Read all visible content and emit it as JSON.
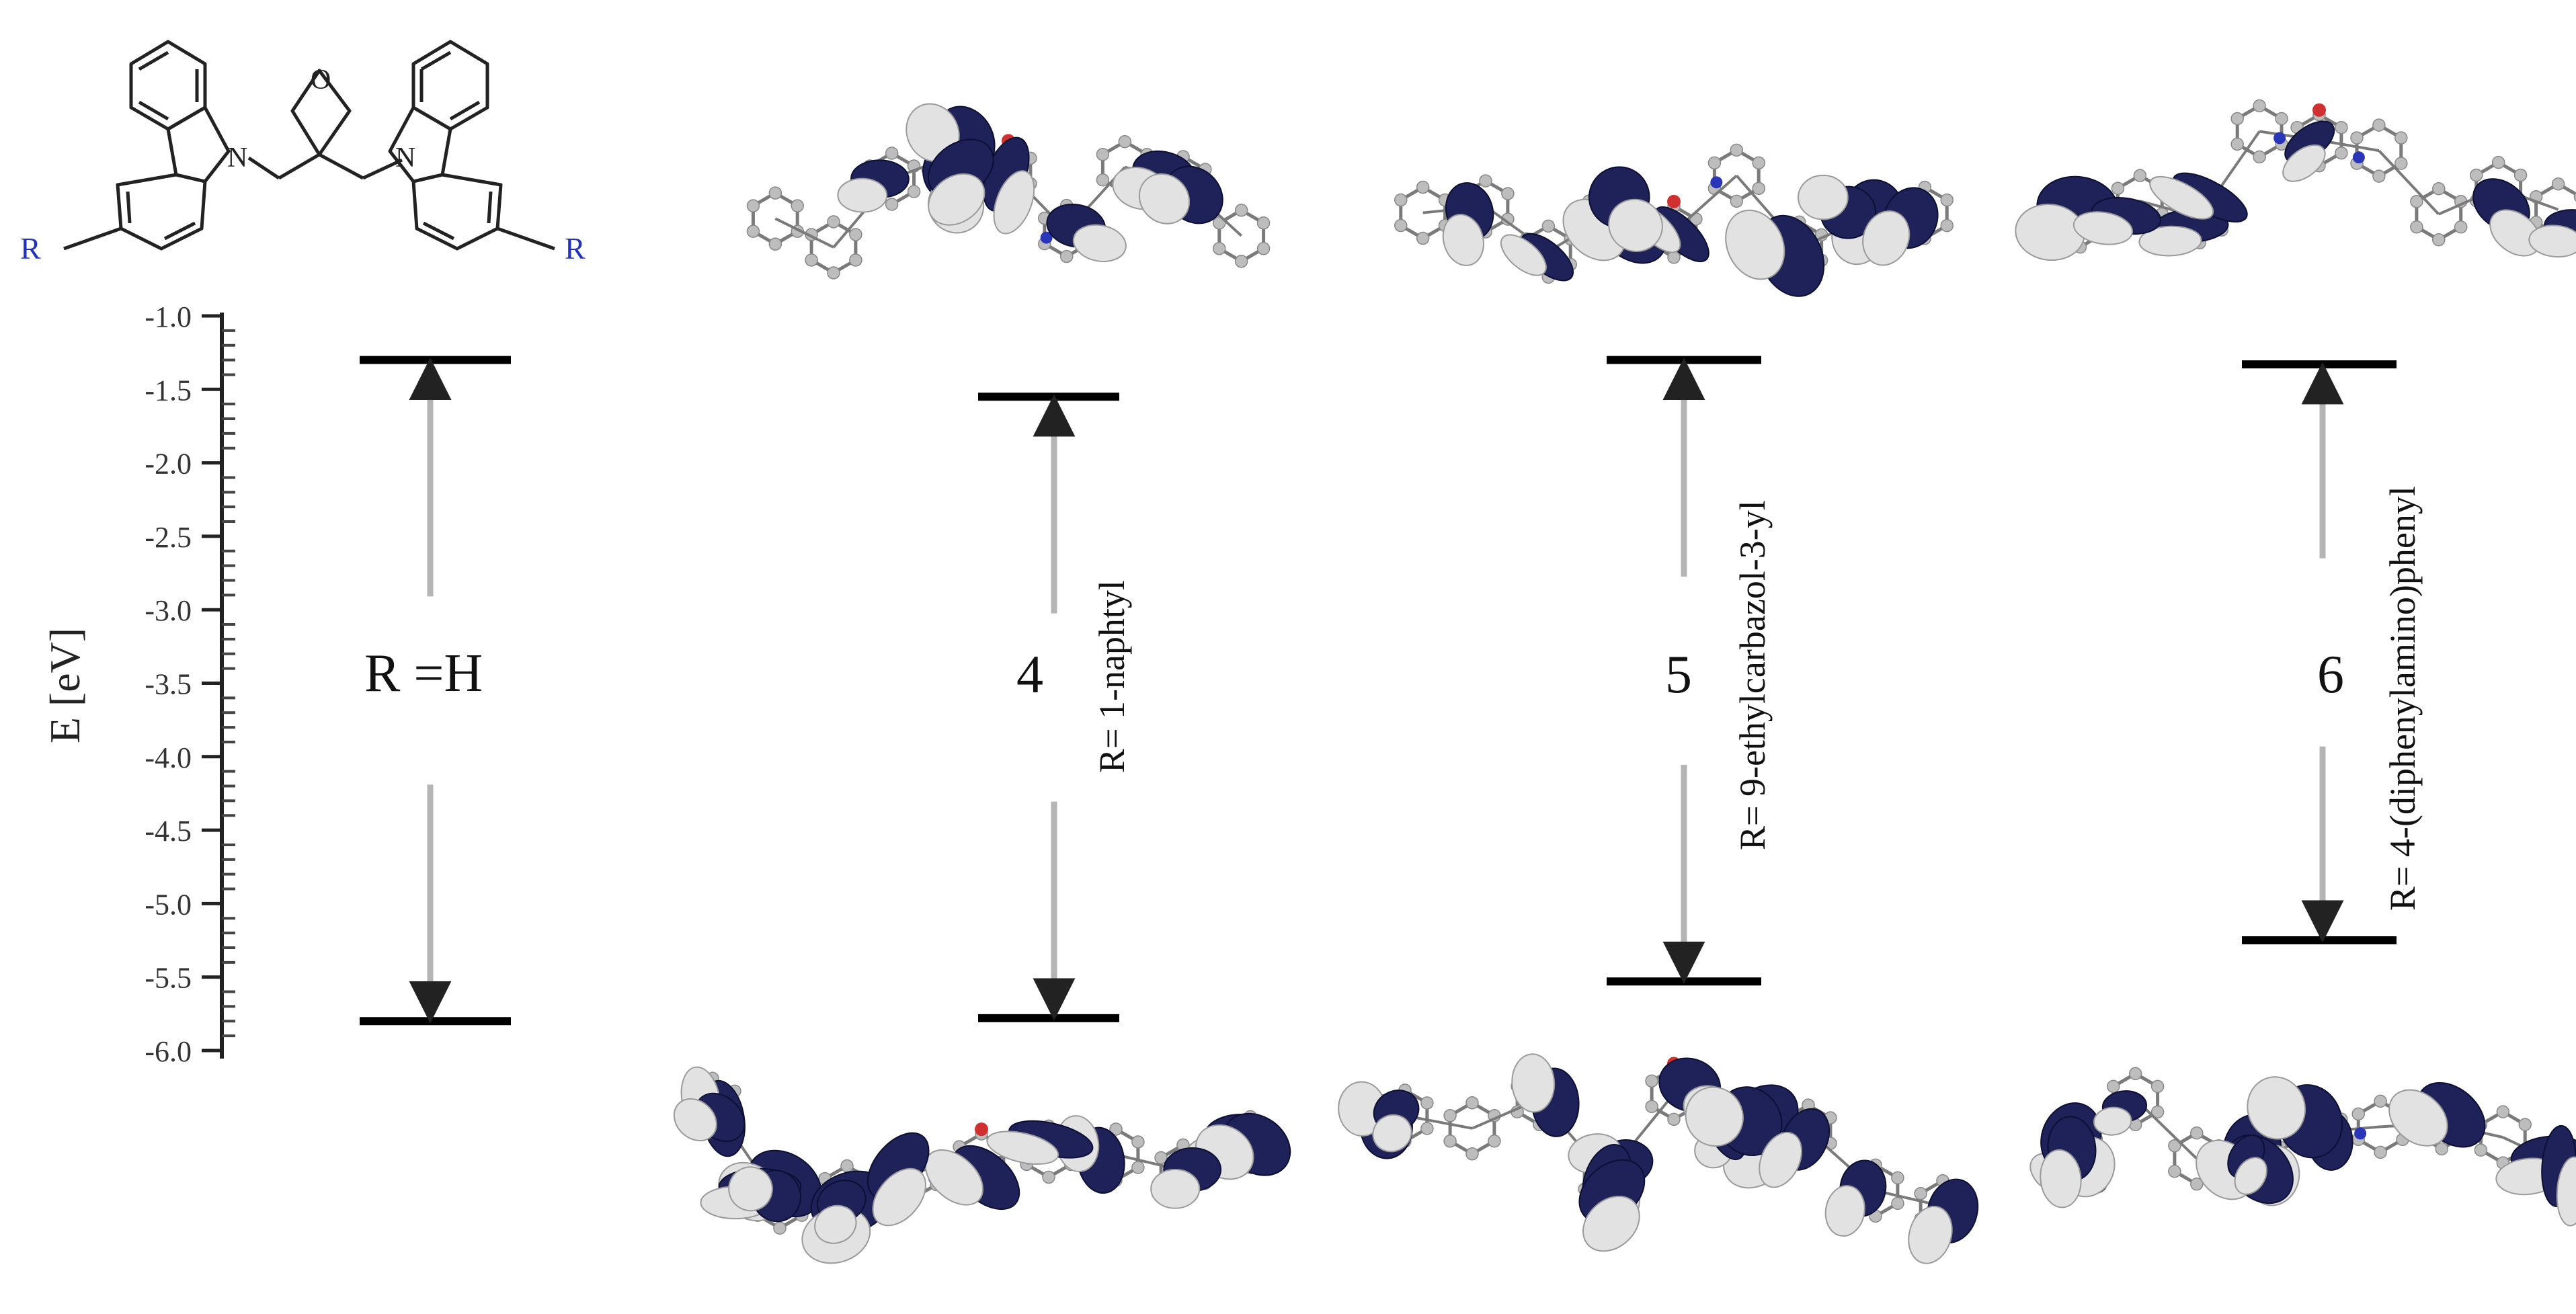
{
  "structure": {
    "n_label": "N",
    "o_label": "O",
    "r_label": "R",
    "r_color": "#2233bb"
  },
  "axis": {
    "label": "E [eV]",
    "ticks": [
      "-1.0",
      "-1.5",
      "-2.0",
      "-2.5",
      "-3.0",
      "-3.5",
      "-4.0",
      "-4.5",
      "-5.0",
      "-5.5",
      "-6.0"
    ],
    "ylim": [
      -6.0,
      -1.0
    ]
  },
  "levels": [
    {
      "id": "rh",
      "gap_label": "R =H",
      "lumo": -1.3,
      "homo": -5.8
    },
    {
      "id": "c4",
      "compound": "4",
      "substituent": "R= 1-naphtyl",
      "lumo": -1.55,
      "homo": -5.78
    },
    {
      "id": "c5",
      "compound": "5",
      "substituent": "R= 9-ethylcarbazol-3-yl",
      "lumo": -1.3,
      "homo": -5.53
    },
    {
      "id": "c6",
      "compound": "6",
      "substituent": "R=  4-(diphenylamino)phenyl",
      "lumo": -1.33,
      "homo": -5.25
    }
  ],
  "colors": {
    "orbital_dark": "#1e2259",
    "orbital_light": "#e2e2e2",
    "atom": "#bdbdbd",
    "bond": "#7a7a7a",
    "nitrogen": "#2a36b8",
    "oxygen": "#d03030",
    "arrow": "#b4b4b4",
    "level": "#000000"
  }
}
